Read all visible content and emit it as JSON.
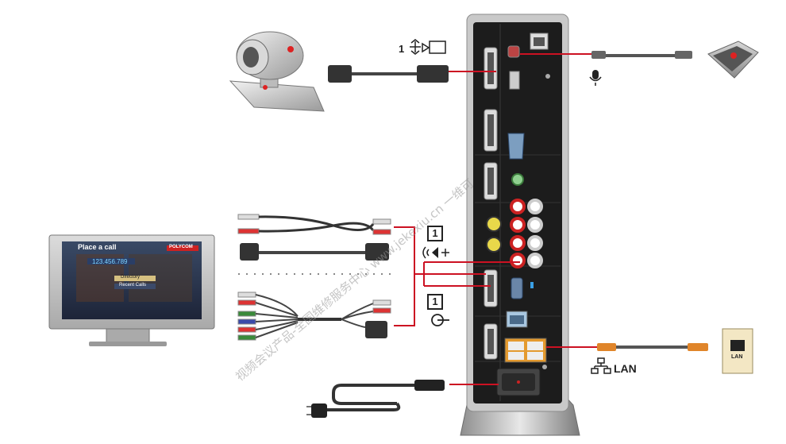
{
  "labels": {
    "camera_port_number": "1",
    "display_group_number_top": "1",
    "display_group_number_bottom": "1",
    "lan": "LAN",
    "jack_label": "LAN"
  },
  "tv_screen": {
    "title": "Place a call",
    "number": "123.456.789",
    "menu_item_1": "Directory",
    "menu_item_2": "Recent Calls",
    "brand": "POLYCOM"
  },
  "watermark": "视频会议产品-全国维修服务中心 www.jekexiu.cn 一维可"
}
